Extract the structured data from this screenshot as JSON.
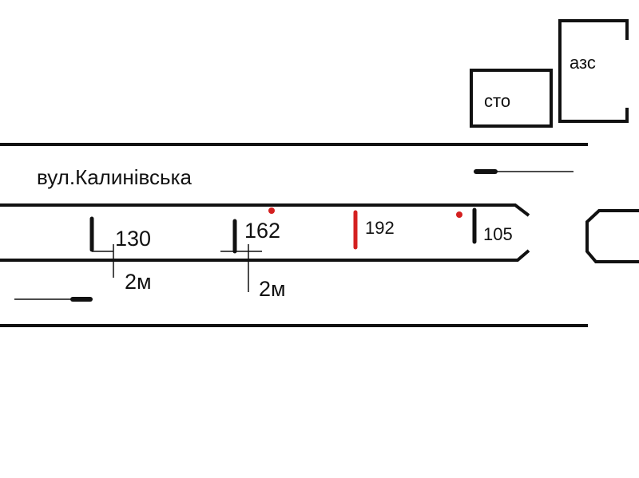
{
  "street_name": "вул.Калинівська",
  "buildings": {
    "service_station": "сто",
    "gas_station": "азс"
  },
  "markers": [
    {
      "label": "130",
      "color": "#111111"
    },
    {
      "label": "162",
      "color": "#111111"
    },
    {
      "label": "192",
      "color": "#d42020"
    },
    {
      "label": "105",
      "color": "#111111"
    }
  ],
  "distances": [
    "2м",
    "2м"
  ],
  "colors": {
    "line": "#111111",
    "accent": "#d42020"
  }
}
